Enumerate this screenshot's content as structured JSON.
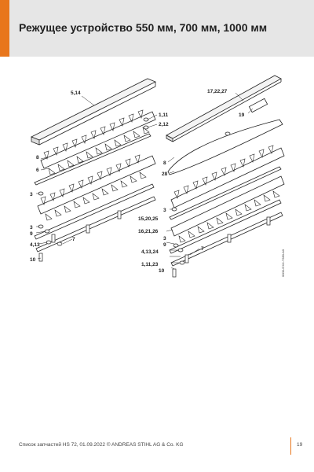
{
  "header": {
    "title": "Режущее устройство 550 мм, 700 мм, 1000 мм",
    "accent_color": "#e8761c",
    "band_color": "#e6e6e6"
  },
  "drawing": {
    "left_labels": [
      "5,14",
      "1,11",
      "2,12",
      "8",
      "6",
      "3",
      "3",
      "9",
      "4,13",
      "7",
      "10"
    ],
    "right_labels": [
      "17,22,27",
      "19",
      "8",
      "28",
      "3",
      "15,20,25",
      "16,21,26",
      "3",
      "9",
      "4,13,24",
      "7",
      "1,11,23",
      "10"
    ],
    "image_code": "0000-GXX-7280-A0"
  },
  "footer": {
    "text": "Список запчастей HS 72, 01.09.2022 © ANDREAS STIHL AG & Co. KG",
    "page": "19"
  }
}
